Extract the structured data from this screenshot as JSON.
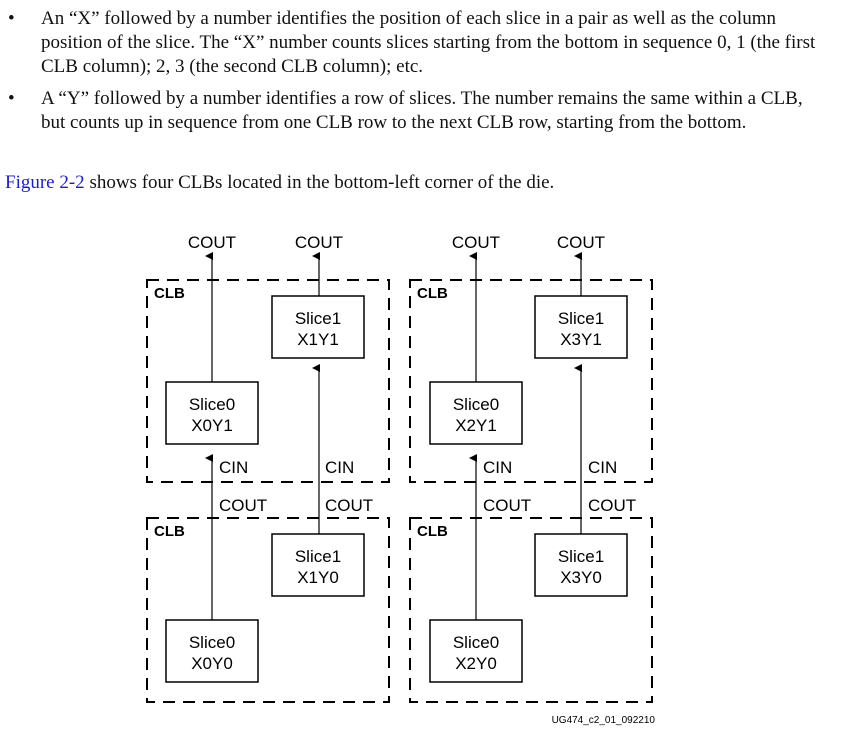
{
  "bullets": [
    {
      "marker": "•",
      "text": "An “X” followed by a number identifies the position of each slice in a pair as well as the column position of the slice. The “X” number counts slices starting from the bottom in sequence 0, 1 (the first CLB column); 2, 3 (the second CLB column); etc."
    },
    {
      "marker": "•",
      "text": "A “Y” followed by a number identifies a row of slices. The number remains the same within a CLB, but counts up in sequence from one CLB row to the next CLB row, starting from the bottom."
    }
  ],
  "intro": {
    "link": "Figure 2-2",
    "rest": " shows four CLBs located in the bottom-left corner of the die."
  },
  "figure": {
    "clb_label": "CLB",
    "cout": "COUT",
    "cin": "CIN",
    "slices": [
      {
        "l1": "Slice0",
        "l2": "X0Y1"
      },
      {
        "l1": "Slice1",
        "l2": "X1Y1"
      },
      {
        "l1": "Slice0",
        "l2": "X2Y1"
      },
      {
        "l1": "Slice1",
        "l2": "X3Y1"
      },
      {
        "l1": "Slice0",
        "l2": "X0Y0"
      },
      {
        "l1": "Slice1",
        "l2": "X1Y0"
      },
      {
        "l1": "Slice0",
        "l2": "X2Y0"
      },
      {
        "l1": "Slice1",
        "l2": "X3Y0"
      }
    ],
    "figure_id": "UG474_c2_01_092210"
  }
}
